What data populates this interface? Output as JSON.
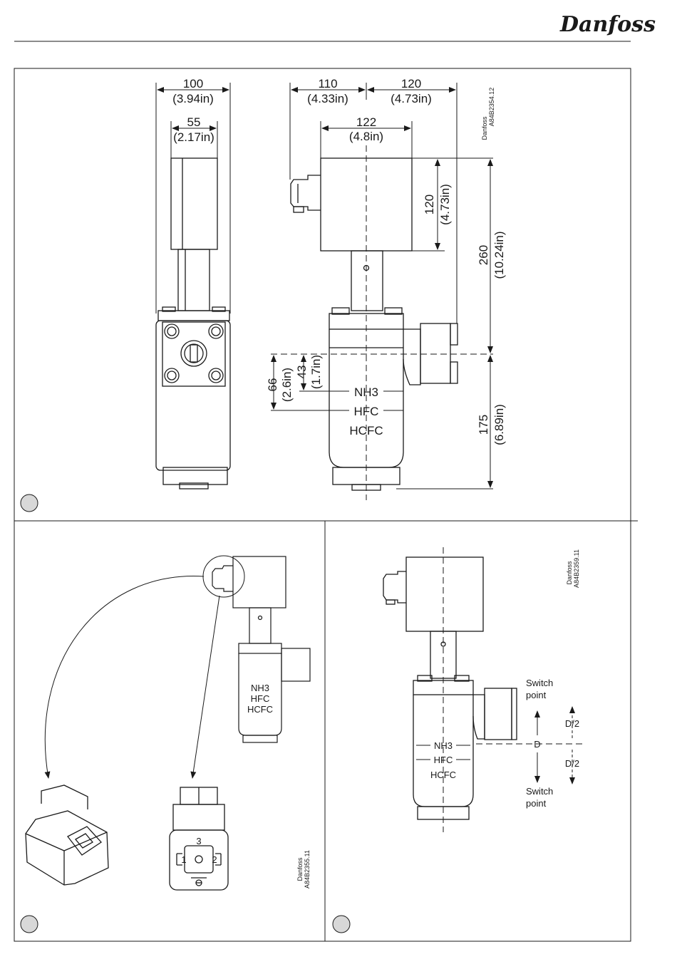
{
  "header": {
    "brand": "Danfoss"
  },
  "panel1": {
    "code": {
      "line1": "Danfoss",
      "line2": "A84B2354.12"
    },
    "dims": {
      "w100": "100",
      "w100_in": "(3.94in)",
      "w55": "55",
      "w55_in": "(2.17in)",
      "w110": "110",
      "w110_in": "(4.33in)",
      "w120": "120",
      "w120_in": "(4.73in)",
      "w122": "122",
      "w122_in": "(4.8in)",
      "h120": "120",
      "h120_in": "(4.73in)",
      "h260": "260",
      "h260_in": "(10.24in)",
      "h175": "175",
      "h175_in": "(6.89in)",
      "h66": "66",
      "h66_in": "(2.6in)",
      "h43": "43",
      "h43_in": "(1.7in)"
    },
    "labels": {
      "nh3": "NH3",
      "hfc": "HFC",
      "hcfc": "HCFC"
    }
  },
  "panel2": {
    "code": {
      "line1": "Danfoss",
      "line2": "A84B2355.11"
    },
    "labels": {
      "nh3": "NH3",
      "hfc": "HFC",
      "hcfc": "HCFC"
    },
    "pins": {
      "p1": "1",
      "p2": "2",
      "p3": "3"
    }
  },
  "panel3": {
    "code": {
      "line1": "Danfoss",
      "line2": "A84B2359.11"
    },
    "labels": {
      "nh3": "NH3",
      "hfc": "HFC",
      "hcfc": "HCFC"
    },
    "switch_top": [
      "Switch",
      "point"
    ],
    "switch_bottom": [
      "Switch",
      "point"
    ],
    "d": "D",
    "d_half_top": "D/2",
    "d_half_bottom": "D/2"
  }
}
